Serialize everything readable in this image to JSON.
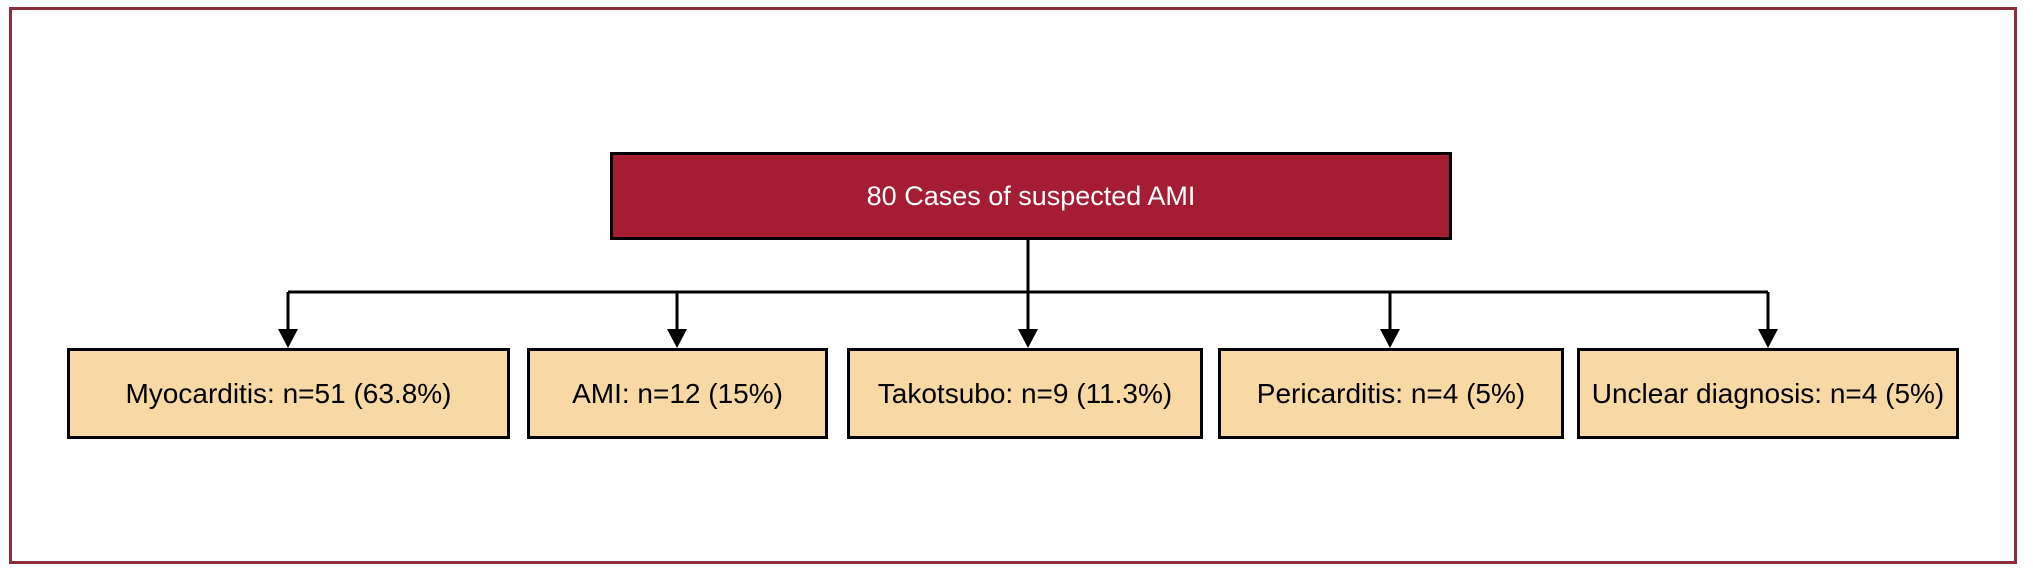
{
  "flowchart": {
    "root": {
      "label": "80 Cases of suspected AMI",
      "n": 80
    },
    "children": [
      {
        "label": "Myocarditis: n=51 (63.8%)",
        "diagnosis": "Myocarditis",
        "n": 51,
        "percent": "63.8%"
      },
      {
        "label": "AMI: n=12 (15%)",
        "diagnosis": "AMI",
        "n": 12,
        "percent": "15%"
      },
      {
        "label": "Takotsubo: n=9 (11.3%)",
        "diagnosis": "Takotsubo",
        "n": 9,
        "percent": "11.3%"
      },
      {
        "label": "Pericarditis: n=4 (5%)",
        "diagnosis": "Pericarditis",
        "n": 4,
        "percent": "5%"
      },
      {
        "label": "Unclear diagnosis: n=4 (5%)",
        "diagnosis": "Unclear diagnosis",
        "n": 4,
        "percent": "5%"
      }
    ]
  },
  "colors": {
    "root-box-fill": "#A51D32",
    "root-text": "#FFFFFF",
    "child-box-fill": "#F8D9A4",
    "child-text": "#000000",
    "outer-border": "#8C2D3C",
    "line": "#000000"
  }
}
